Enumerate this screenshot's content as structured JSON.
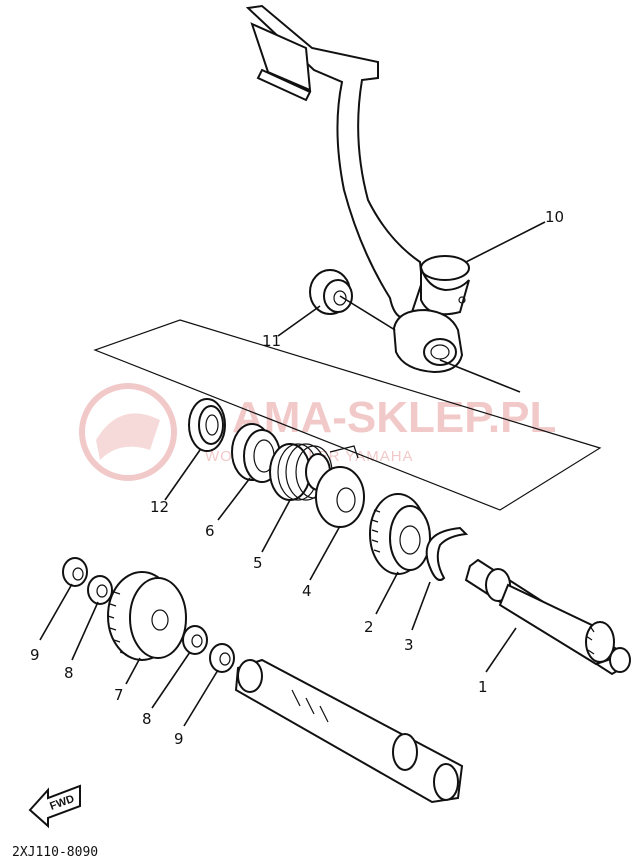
{
  "watermark": {
    "brand": "AMA-SKLEP.PL",
    "subtitle": "WO          EZ | DEALER YAMAHA"
  },
  "part_code": "2XJ110-8090",
  "fwd_label": "FWD",
  "callouts": [
    {
      "id": "c10",
      "label": "10"
    },
    {
      "id": "c11",
      "label": "11"
    },
    {
      "id": "c12",
      "label": "12"
    },
    {
      "id": "c6",
      "label": "6"
    },
    {
      "id": "c5",
      "label": "5"
    },
    {
      "id": "c4",
      "label": "4"
    },
    {
      "id": "c2",
      "label": "2"
    },
    {
      "id": "c3",
      "label": "3"
    },
    {
      "id": "c1",
      "label": "1"
    },
    {
      "id": "c9a",
      "label": "9"
    },
    {
      "id": "c8a",
      "label": "8"
    },
    {
      "id": "c7",
      "label": "7"
    },
    {
      "id": "c8b",
      "label": "8"
    },
    {
      "id": "c9b",
      "label": "9"
    }
  ]
}
